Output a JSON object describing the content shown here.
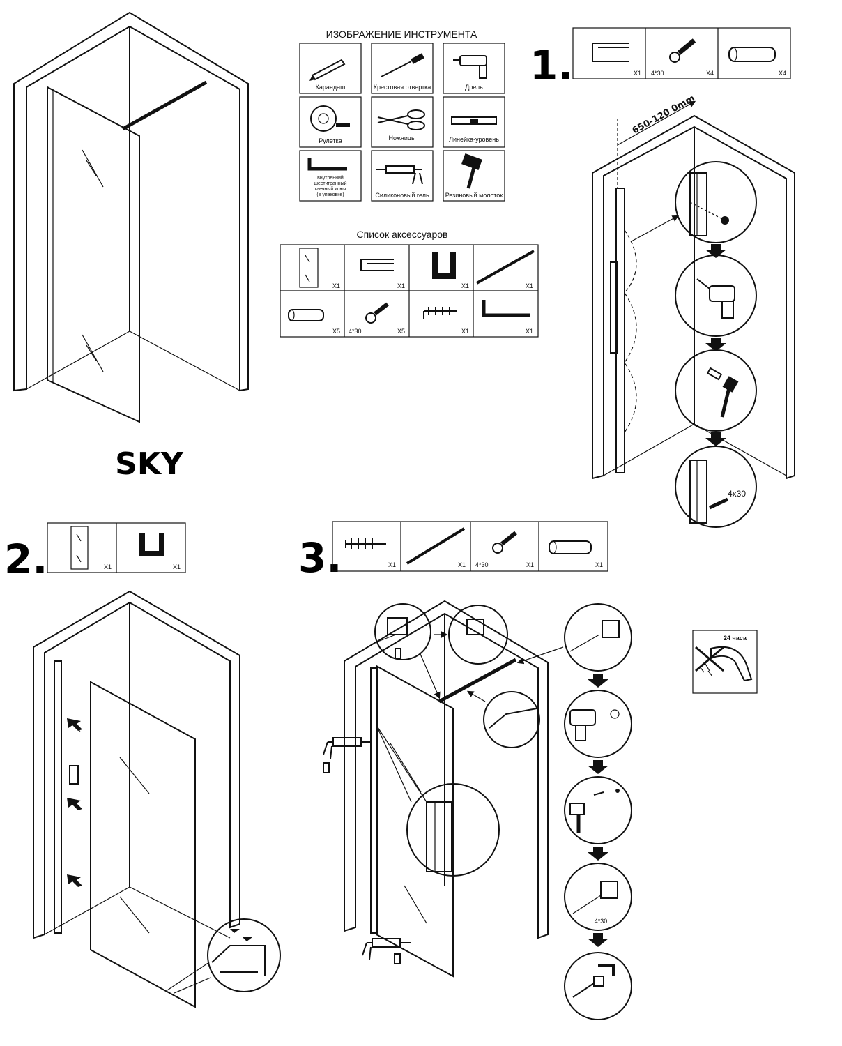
{
  "product_name": "SKY",
  "tools": {
    "heading": "ИЗОБРАЖЕНИЕ ИНСТРУМЕНТА",
    "items": [
      {
        "label": "Карандаш",
        "icon": "pencil-icon"
      },
      {
        "label": "Крестовая отвертка",
        "icon": "screwdriver-icon"
      },
      {
        "label": "Дрель",
        "icon": "drill-icon"
      },
      {
        "label": "Рулетка",
        "icon": "tape-measure-icon"
      },
      {
        "label": "Ножницы",
        "icon": "scissors-icon"
      },
      {
        "label": "Линейка-уровень",
        "icon": "level-ruler-icon"
      },
      {
        "label_lines": [
          "внутренний",
          "шестигранный",
          "гаечный ключ",
          "(в упаковке)"
        ],
        "icon": "hex-key-icon"
      },
      {
        "label": "Силиконовый гель",
        "icon": "silicone-gun-icon"
      },
      {
        "label": "Резиновый молоток",
        "icon": "rubber-mallet-icon"
      }
    ]
  },
  "accessories": {
    "heading": "Список аксессуаров",
    "items": [
      {
        "qty": "X1",
        "icon": "glass-panel-icon"
      },
      {
        "qty": "X1",
        "icon": "wall-profile-icon"
      },
      {
        "qty": "X1",
        "icon": "u-channel-icon"
      },
      {
        "qty": "X1",
        "icon": "support-bar-icon"
      },
      {
        "qty": "X5",
        "icon": "wall-plug-icon"
      },
      {
        "qty": "X5",
        "size": "4*30",
        "icon": "screw-icon"
      },
      {
        "qty": "X1",
        "icon": "anchor-bolt-icon"
      },
      {
        "qty": "X1",
        "icon": "hex-key-icon"
      }
    ]
  },
  "steps": [
    {
      "number": "1.",
      "parts": [
        {
          "qty": "X1",
          "icon": "wall-profile-icon"
        },
        {
          "qty": "X4",
          "size": "4*30",
          "icon": "screw-icon"
        },
        {
          "qty": "X4",
          "icon": "wall-plug-icon"
        }
      ],
      "dimension": "650-120 0mm",
      "screw_callout": "4x30"
    },
    {
      "number": "2.",
      "parts": [
        {
          "qty": "X1",
          "icon": "glass-panel-icon"
        },
        {
          "qty": "X1",
          "icon": "u-channel-icon"
        }
      ]
    },
    {
      "number": "3.",
      "parts": [
        {
          "qty": "X1",
          "icon": "anchor-bolt-icon"
        },
        {
          "qty": "X1",
          "icon": "support-bar-icon"
        },
        {
          "qty": "X1",
          "size": "4*30",
          "icon": "screw-icon"
        },
        {
          "qty": "X1",
          "icon": "wall-plug-icon"
        }
      ],
      "screw_callout": "4*30"
    }
  ],
  "cure_notice": {
    "label": "24 часа",
    "icon": "no-shower-icon"
  }
}
